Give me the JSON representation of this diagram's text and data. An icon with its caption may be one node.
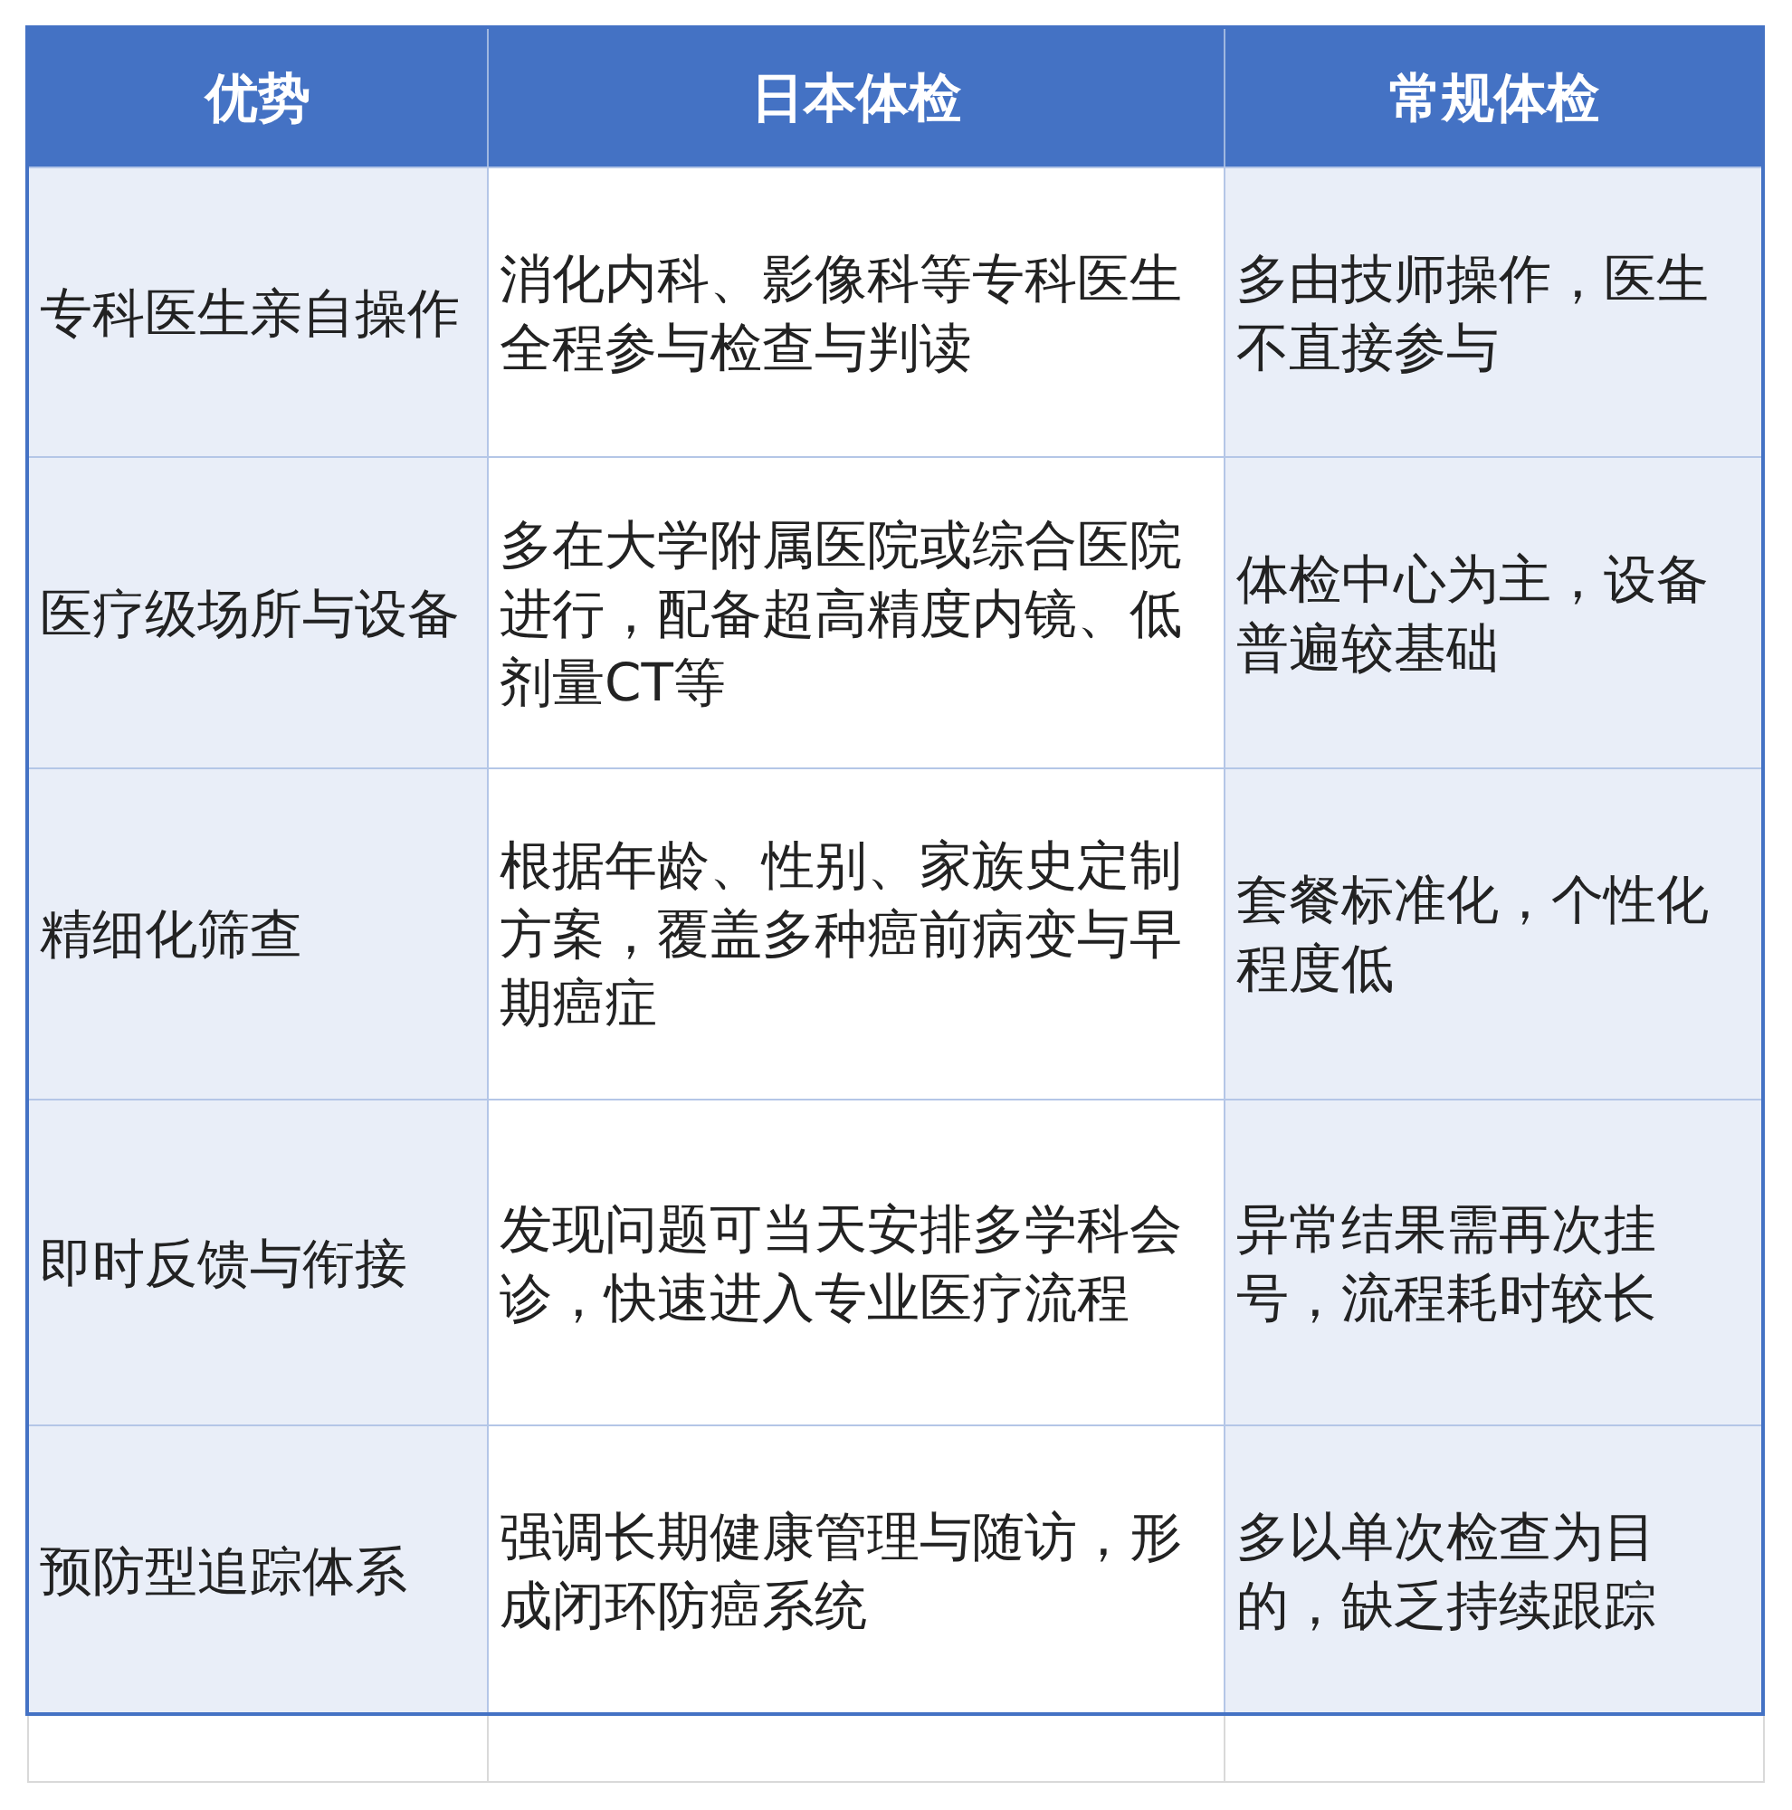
{
  "diagram": {
    "labels": [
      "优势",
      "日本体检",
      "常规体检",
      "专科医生亲自操作",
      "消化内科、影像科等专科医生全程参与检查与判读",
      "多由技师操作，医生不直接参与",
      "医疗级场所与设备",
      "多在大学附属医院或综合医院进行，配备超高精度内镜、低剂量CT等",
      "体检中心为主，设备普遍较基础",
      "精细化筛查",
      "根据年龄、性别、家族史定制方案，覆盖多种癌前病变与早期癌症",
      "套餐标准化，个性化程度低",
      "即时反馈与衔接",
      "发现问题可当天安排多学科会诊，快速进入专业医疗流程",
      "异常结果需再次挂号，流程耗时较长",
      "预防型追踪体系",
      "强调长期健康管理与随访，形成闭环防癌系统",
      "多以单次检查为目的，缺乏持续跟踪"
    ]
  }
}
